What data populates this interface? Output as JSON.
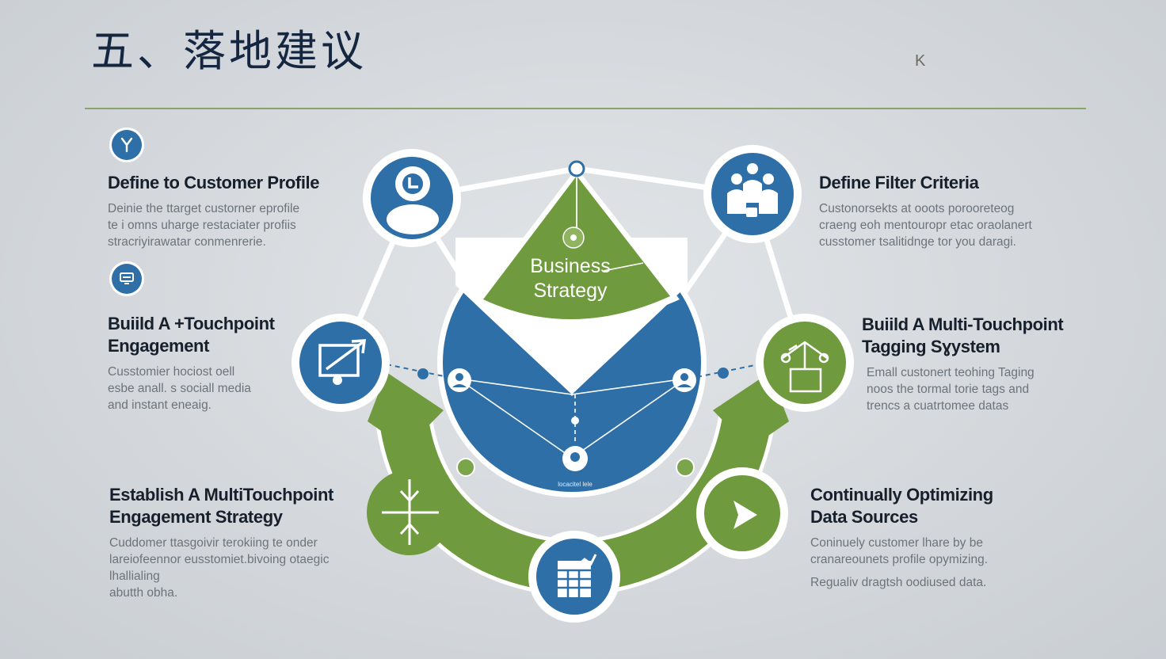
{
  "header": {
    "title": "五、落地建议",
    "corner_mark": "K"
  },
  "center": {
    "label_line1": "Business",
    "label_line2": "Strategy",
    "small_caption": "locacitel lele"
  },
  "blocks": {
    "profile": {
      "title_lines": [
        "Define to Customer Profile"
      ],
      "desc_lines": [
        "Deinie the ttarget custorner eprofile",
        "te i omns uharge restaciater profiis",
        "stracriyirawatar conmenrerie."
      ]
    },
    "touchpoint": {
      "title_lines": [
        "Buiild A +Touchpoint",
        "Engagement"
      ],
      "desc_lines": [
        "Cusstomier hociost oell",
        "esbe anall. s sociall media",
        "and instant eneaig."
      ]
    },
    "strategy": {
      "title_lines": [
        "Establish A MultiTouchpoint",
        "Engagement Strategy"
      ],
      "desc_lines": [
        "Cuddomer ttasgoivir terokiing te onder",
        "lareiofeennor eusstomiet.bivoing otaegic",
        "lhallialing",
        "abutth obha."
      ]
    },
    "filter": {
      "title_lines": [
        "Define Filter Criteria"
      ],
      "desc_lines": [
        "Custonorsekts at ooots porooreteog",
        "craeng eoh mentouropr etac oraolanert",
        "cusstomer tsalitidnge tor you daragi."
      ]
    },
    "tagging": {
      "title_lines": [
        "Buiild A Multi-Touchpoint",
        "Tagging Sɣystem"
      ],
      "desc_lines": [
        "Emall custonert teohing Taging",
        "noos the  tormal torie tags and",
        "trencs a cuatrtomee datas"
      ]
    },
    "optimize": {
      "title_lines": [
        "Continually Optimizing",
        "Data Sources"
      ],
      "desc_lines": [
        "Coninuely customer lhare by be",
        "cranareounets profile opymizing."
      ]
    },
    "optimize_extra": {
      "desc_lines": [
        "Regualiv dragtsh oodiused data."
      ]
    }
  },
  "colors": {
    "blue": "#2d6fa6",
    "green": "#6f9a3e",
    "title": "#142640",
    "rule": "#8aa367"
  },
  "icons": {
    "profile": "person-avatar-icon",
    "filter": "group-of-people-icon",
    "touchpoint": "screen-arrow-icon",
    "tagging": "hierarchy-box-icon",
    "strategy": "compass-arrows-icon",
    "optimize": "play-arrow-icon",
    "data": "spreadsheet-chart-icon",
    "y_marker": "y-junction-icon",
    "card_marker": "card-icon"
  }
}
